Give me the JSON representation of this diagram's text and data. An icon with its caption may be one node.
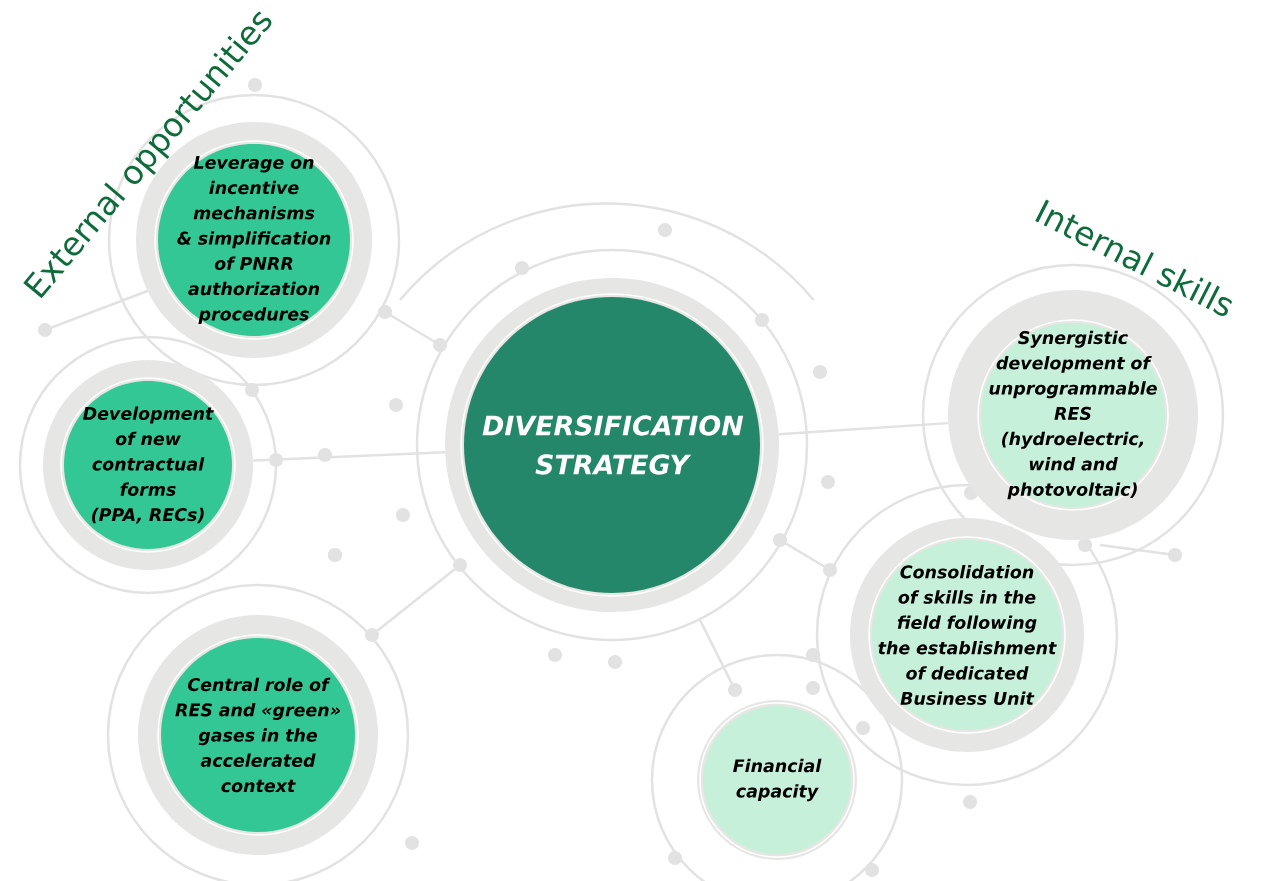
{
  "diagram": {
    "nodes": [
      {
        "text": [
          "DIVERSIFICATION STRATEGY"
        ]
      },
      {
        "text": [
          "Leverage on incentive mechanisms & simplification of PNRR authorization procedures"
        ]
      },
      {
        "text": [
          "Development of new contractual forms (PPA, RECs)"
        ]
      },
      {
        "text": [
          "Central role of RES and «green» gases in the accelerated context"
        ]
      },
      {
        "text": [
          "Synergistic development of unprogrammable RES (hydroelectric, wind and photovoltaic)"
        ]
      },
      {
        "text": [
          "Consolidation of skills in the field following the establishment of dedicated Business Unit"
        ]
      },
      {
        "text": [
          "Financial capacity"
        ]
      }
    ],
    "edges": [
      {
        "from": 2,
        "to": 0,
        "arrow": "none"
      },
      {
        "from": 0,
        "to": 4,
        "arrow": "none"
      }
    ],
    "labels": [
      "External opportunities",
      "Internal skills"
    ]
  }
}
